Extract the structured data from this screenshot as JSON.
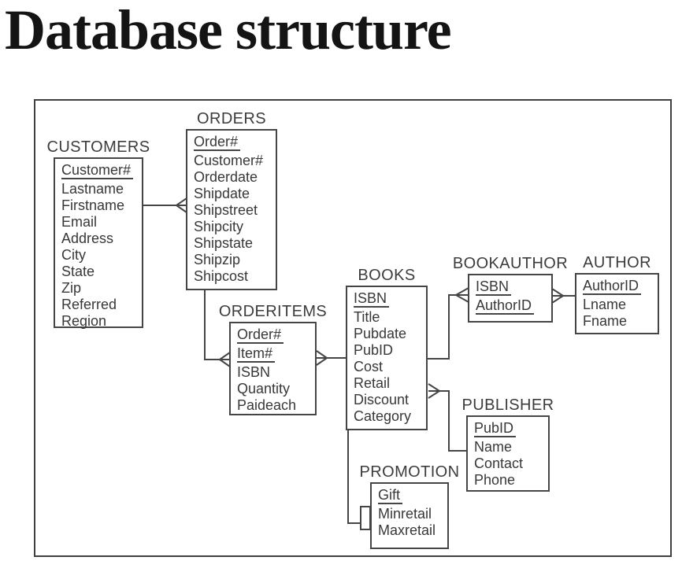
{
  "title": "Database structure",
  "colors": {
    "line": "#454545",
    "text": "#383838",
    "title_text": "#141414",
    "background": "#ffffff"
  },
  "tables": [
    {
      "id": "customers",
      "label": "CUSTOMERS",
      "fields": [
        {
          "name": "Customer#",
          "key": true
        },
        {
          "name": "Lastname"
        },
        {
          "name": "Firstname"
        },
        {
          "name": "Email"
        },
        {
          "name": "Address"
        },
        {
          "name": "City"
        },
        {
          "name": "State"
        },
        {
          "name": "Zip"
        },
        {
          "name": "Referred"
        },
        {
          "name": "Region"
        }
      ]
    },
    {
      "id": "orders",
      "label": "ORDERS",
      "fields": [
        {
          "name": "Order#",
          "key": true
        },
        {
          "name": "Customer#"
        },
        {
          "name": "Orderdate"
        },
        {
          "name": "Shipdate"
        },
        {
          "name": "Shipstreet"
        },
        {
          "name": "Shipcity"
        },
        {
          "name": "Shipstate"
        },
        {
          "name": "Shipzip"
        },
        {
          "name": "Shipcost"
        }
      ]
    },
    {
      "id": "orderitems",
      "label": "ORDERITEMS",
      "fields": [
        {
          "name": "Order#",
          "key": true
        },
        {
          "name": "Item#",
          "key": true
        },
        {
          "name": "ISBN"
        },
        {
          "name": "Quantity"
        },
        {
          "name": "Paideach"
        }
      ]
    },
    {
      "id": "books",
      "label": "BOOKS",
      "fields": [
        {
          "name": "ISBN",
          "key": true
        },
        {
          "name": "Title"
        },
        {
          "name": "Pubdate"
        },
        {
          "name": "PubID"
        },
        {
          "name": "Cost"
        },
        {
          "name": "Retail"
        },
        {
          "name": "Discount"
        },
        {
          "name": "Category"
        }
      ]
    },
    {
      "id": "bookauthor",
      "label": "BOOKAUTHOR",
      "fields": [
        {
          "name": "ISBN",
          "key": true
        },
        {
          "name": "AuthorID",
          "key": true
        }
      ]
    },
    {
      "id": "author",
      "label": "AUTHOR",
      "fields": [
        {
          "name": "AuthorID",
          "key": true
        },
        {
          "name": "Lname"
        },
        {
          "name": "Fname"
        }
      ]
    },
    {
      "id": "publisher",
      "label": "PUBLISHER",
      "fields": [
        {
          "name": "PubID",
          "key": true
        },
        {
          "name": "Name"
        },
        {
          "name": "Contact"
        },
        {
          "name": "Phone"
        }
      ]
    },
    {
      "id": "promotion",
      "label": "PROMOTION",
      "fields": [
        {
          "name": "Gift",
          "key": true
        },
        {
          "name": "Minretail"
        },
        {
          "name": "Maxretail"
        }
      ]
    }
  ],
  "relationships": [
    {
      "from": "CUSTOMERS",
      "to": "ORDERS",
      "many_side": "ORDERS",
      "notation": "crow-foot"
    },
    {
      "from": "ORDERS",
      "to": "ORDERITEMS",
      "many_side": "ORDERITEMS",
      "notation": "crow-foot"
    },
    {
      "from": "BOOKS",
      "to": "ORDERITEMS",
      "many_side": "ORDERITEMS",
      "notation": "crow-foot"
    },
    {
      "from": "BOOKS",
      "to": "BOOKAUTHOR",
      "many_side": "BOOKAUTHOR",
      "notation": "crow-foot"
    },
    {
      "from": "AUTHOR",
      "to": "BOOKAUTHOR",
      "many_side": "BOOKAUTHOR",
      "notation": "crow-foot"
    },
    {
      "from": "PUBLISHER",
      "to": "BOOKS",
      "many_side": "BOOKS",
      "notation": "crow-foot"
    },
    {
      "from": "BOOKS",
      "to": "PROMOTION",
      "notation": "bracket"
    }
  ]
}
